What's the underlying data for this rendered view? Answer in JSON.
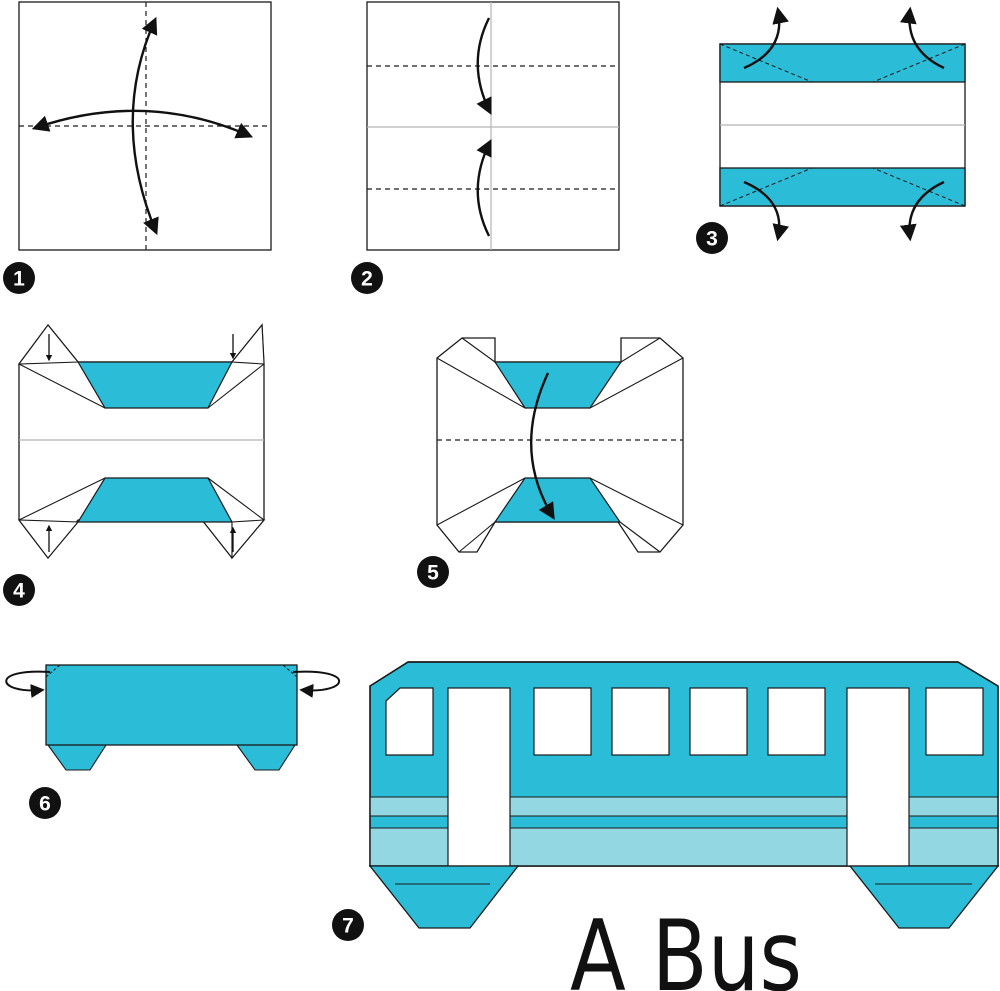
{
  "colors": {
    "paper_front": "#2bbcd8",
    "paper_light": "#93d7e3",
    "paper_back": "#ffffff",
    "line": "#1a1a1a",
    "crease": "#b5b5b5",
    "badge": "#111111"
  },
  "icons": {
    "fold_arrow": "curved-arrow-icon",
    "turn_over": "turn-over-arrow-icon"
  },
  "steps": [
    {
      "number": "1"
    },
    {
      "number": "2"
    },
    {
      "number": "3"
    },
    {
      "number": "4"
    },
    {
      "number": "5"
    },
    {
      "number": "6"
    },
    {
      "number": "7"
    }
  ],
  "title": "A Bus"
}
